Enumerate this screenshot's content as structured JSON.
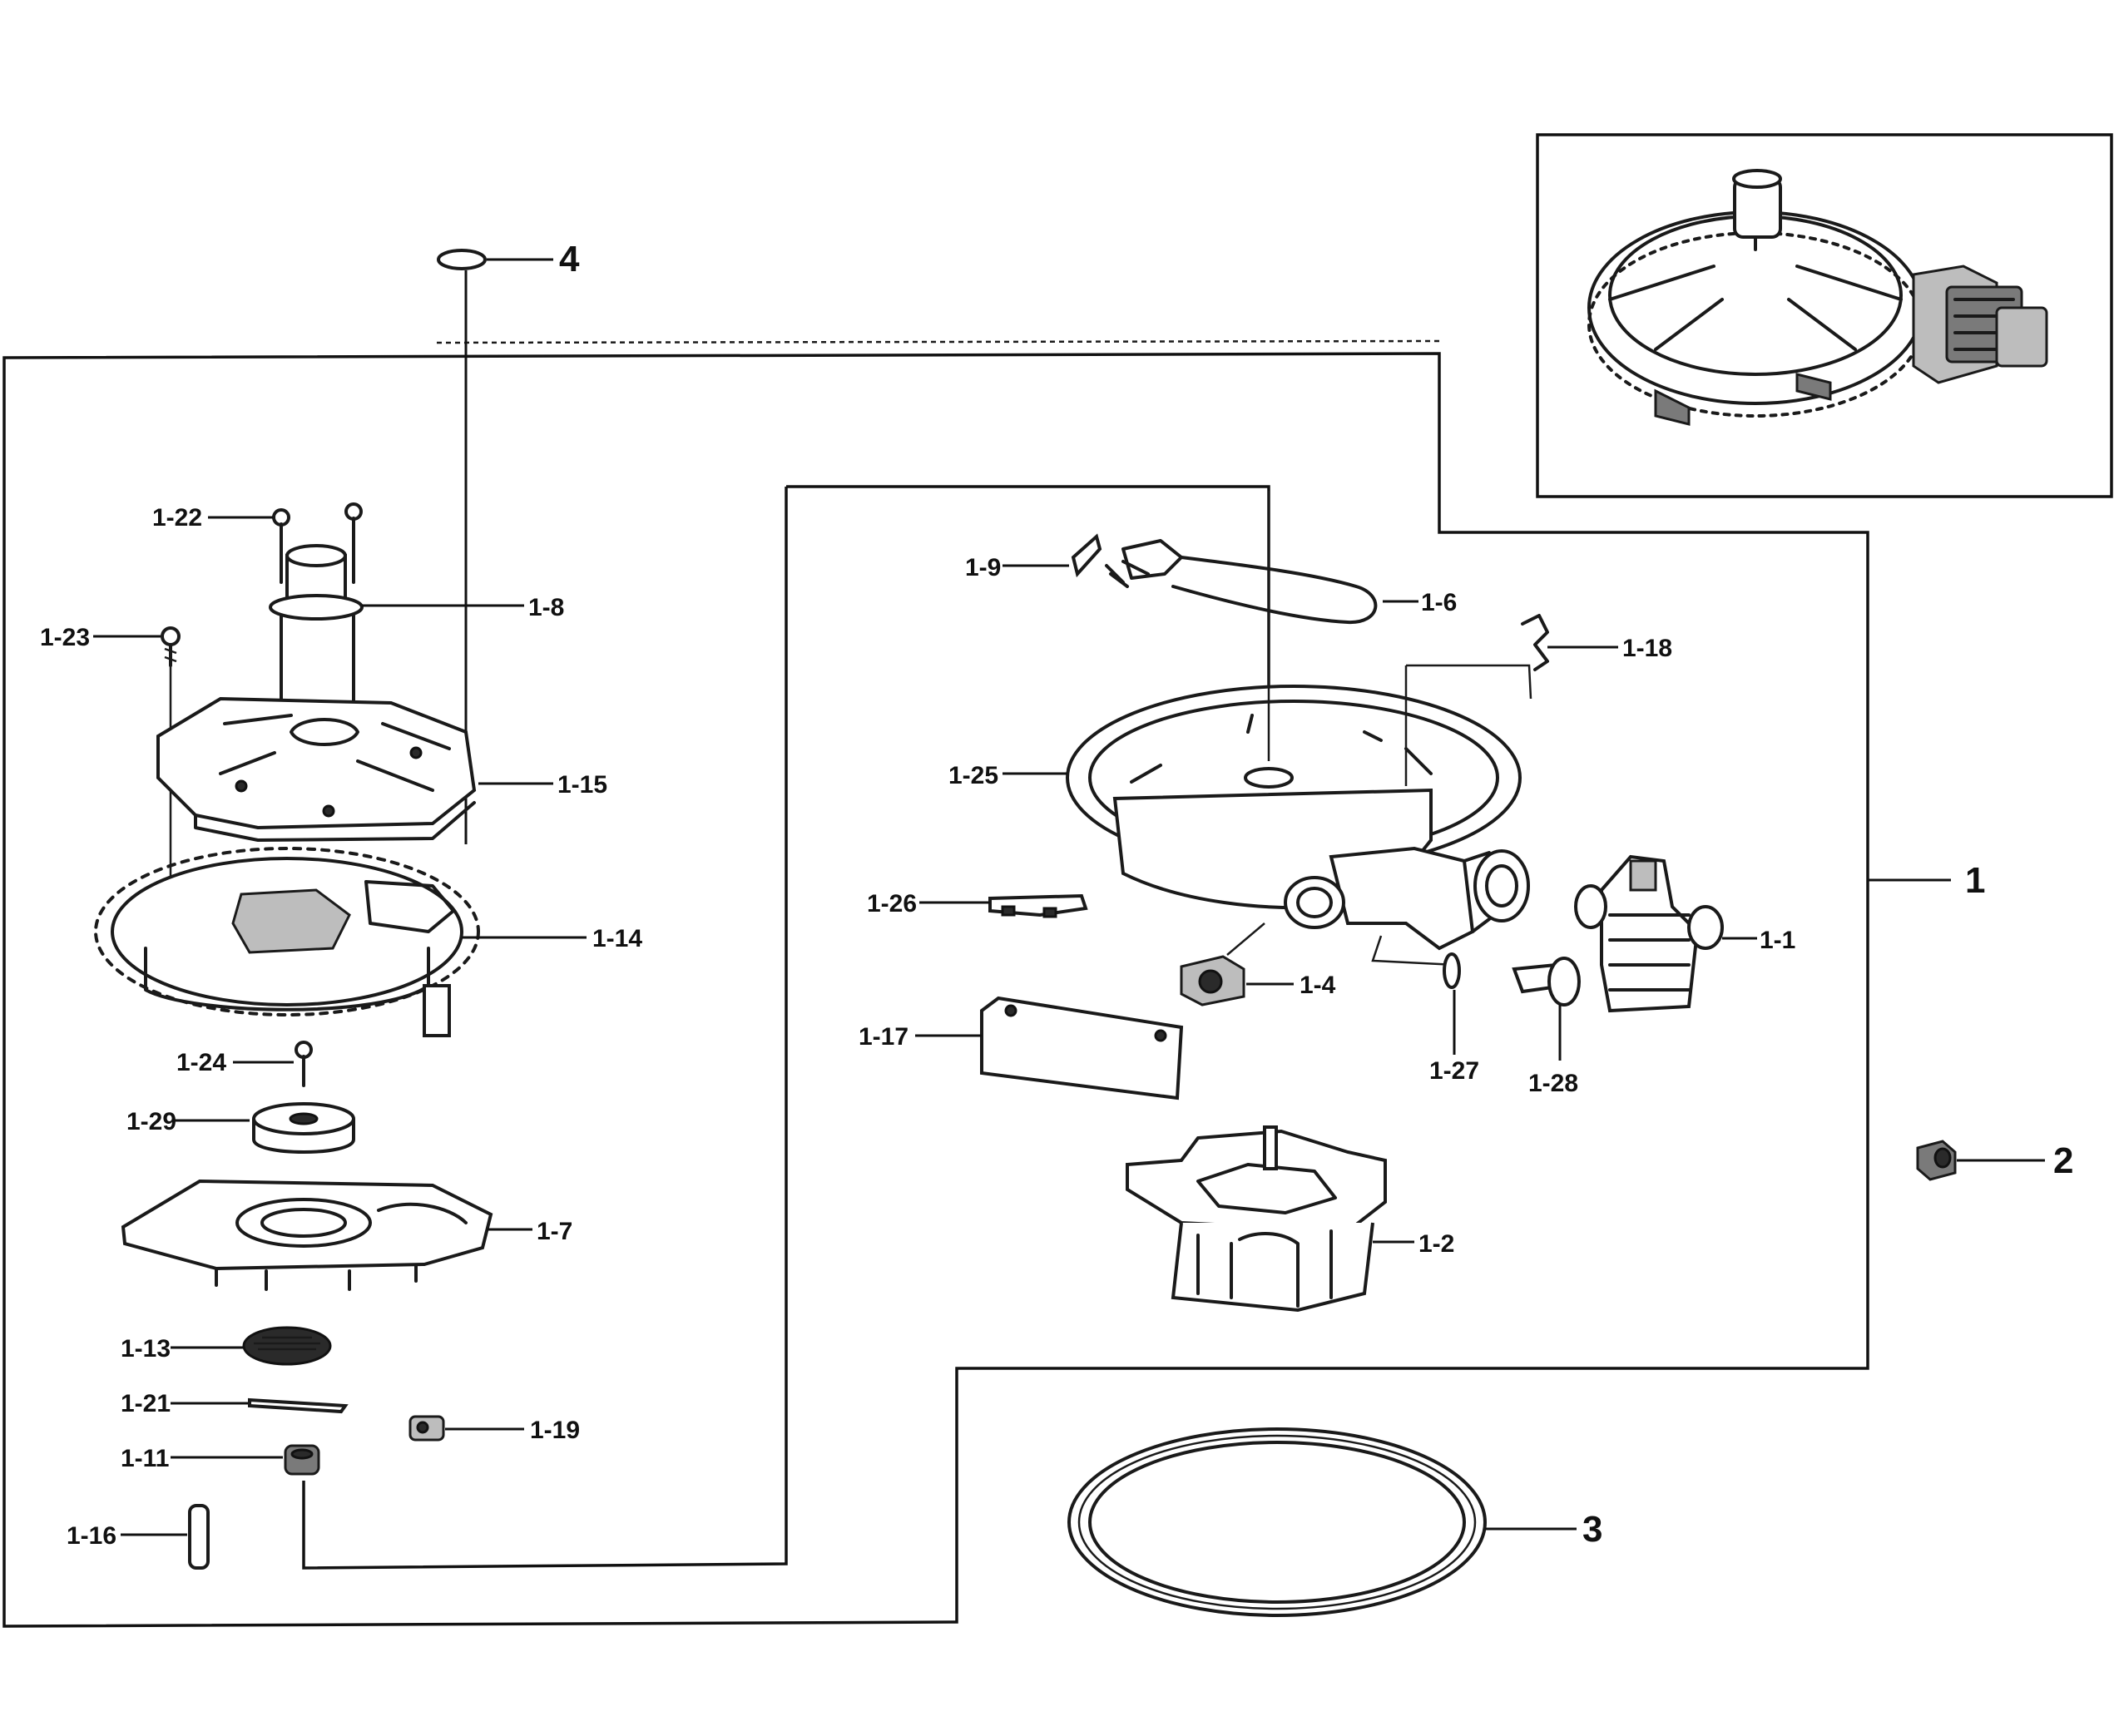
{
  "labels": {
    "p4": "4",
    "p1_22": "1-22",
    "p1_8": "1-8",
    "p1_23": "1-23",
    "p1_15": "1-15",
    "p1_14": "1-14",
    "p1_24": "1-24",
    "p1_29": "1-29",
    "p1_7": "1-7",
    "p1_13": "1-13",
    "p1_21": "1-21",
    "p1_19": "1-19",
    "p1_11": "1-11",
    "p1_16": "1-16",
    "p1_9": "1-9",
    "p1_6": "1-6",
    "p1_18": "1-18",
    "p1_25": "1-25",
    "p1_26": "1-26",
    "p1_4": "1-4",
    "p1_17": "1-17",
    "p1_27": "1-27",
    "p1_28": "1-28",
    "p1_1": "1-1",
    "p1": "1",
    "p2": "2",
    "p1_2": "1-2",
    "p3": "3"
  },
  "colors": {
    "ink": "#1a1a1a",
    "paper": "#ffffff"
  }
}
